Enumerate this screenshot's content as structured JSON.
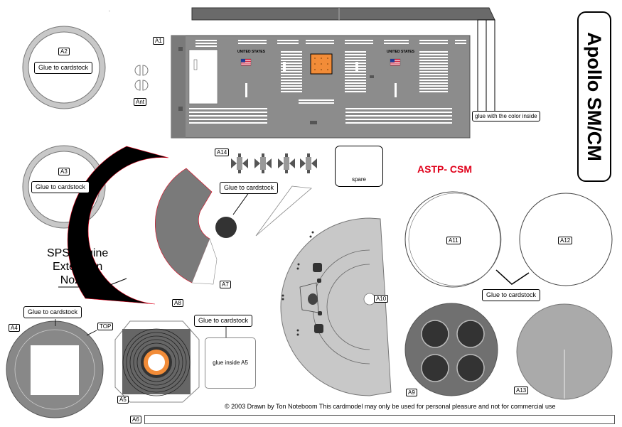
{
  "title": "Apollo SM/CM",
  "subtitle": "ASTP- CSM",
  "engine_label": {
    "line1": "SPS Engine",
    "line2": "Extension",
    "line3": "Nozzle"
  },
  "footer": "© 2003  Drawn by Ton Noteboom      This cardmodel may only be used for personal pleasure and not for commercial use",
  "flag_text": "UNITED STATES",
  "parts": {
    "a1": "A1",
    "a2": "A2",
    "a3": "A3",
    "a4": "A4",
    "a5": "A5",
    "a6": "A6",
    "a7": "A7",
    "a8": "A8",
    "a9": "A9",
    "a10": "A10",
    "a11": "A11",
    "a12": "A12",
    "a13": "A13",
    "a14": "A14",
    "ant": "Ant",
    "top": "TOP",
    "spare": "spare"
  },
  "instructions": {
    "glue_cardstock": "Glue to cardstock",
    "glue_color_inside": "glue with the color inside",
    "glue_inside_a5": "glue inside A5"
  },
  "colors": {
    "panel_gray": "#8c8c8c",
    "light_gray": "#c8c8c8",
    "dark_gray": "#707070",
    "orange": "#f28c38",
    "red_text": "#e0001a"
  }
}
